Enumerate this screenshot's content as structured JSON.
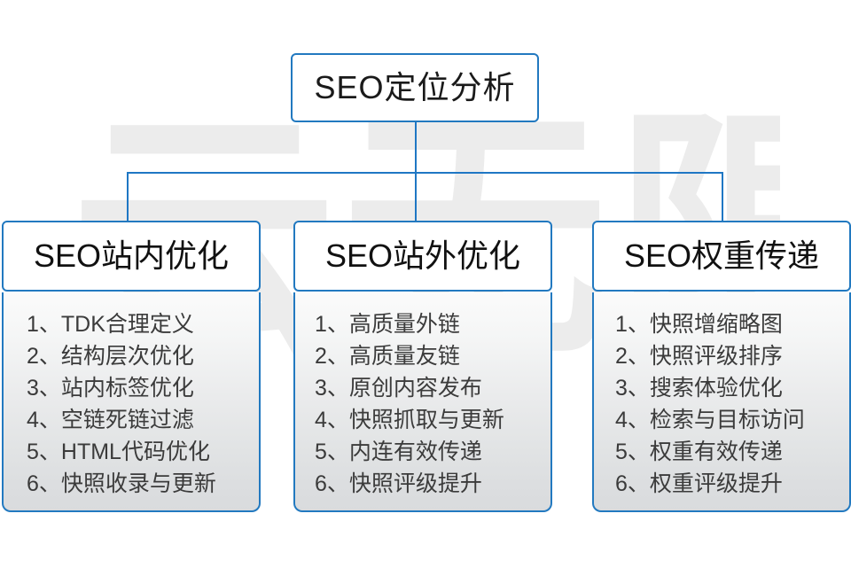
{
  "diagram": {
    "root": {
      "label": "SEO定位分析"
    },
    "columns": [
      {
        "header": "SEO站内优化",
        "items": [
          "1、TDK合理定义",
          "2、结构层次优化",
          "3、站内标签优化",
          "4、空链死链过滤",
          "5、HTML代码优化",
          "6、快照收录与更新"
        ]
      },
      {
        "header": "SEO站外优化",
        "items": [
          "1、高质量外链",
          "2、高质量友链",
          "3、原创内容发布",
          "4、快照抓取与更新",
          "5、内连有效传递",
          "6、快照评级提升"
        ]
      },
      {
        "header": "SEO权重传递",
        "items": [
          "1、快照增缩略图",
          "2、快照评级排序",
          "3、搜索体验优化",
          "4、检索与目标访问",
          "5、权重有效传递",
          "6、权重评级提升"
        ]
      }
    ],
    "watermark": {
      "text": "云无限"
    },
    "colors": {
      "border": "#2279c0",
      "connector": "#1f77c4",
      "text": "#1a1a1a",
      "item_text": "#3b3b3b",
      "body_gradient_top": "#fbfbfb",
      "body_gradient_bottom": "#d9dbdd",
      "watermark": "#ececec",
      "background": "#ffffff"
    }
  }
}
